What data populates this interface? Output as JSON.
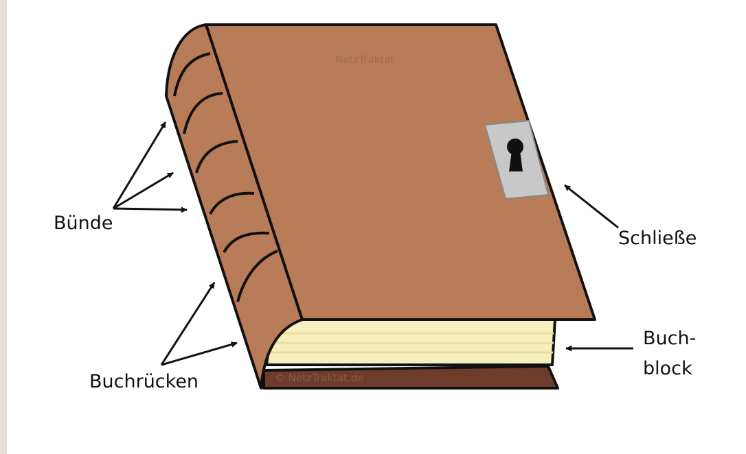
{
  "labels": {
    "buende": "Bünde",
    "buchruecken": "Buchrücken",
    "schliesse": "Schließe",
    "buchblock_line1": "Buch-",
    "buchblock_line2": "block"
  },
  "watermark": "© NetzTraktat.de",
  "colors": {
    "cover": "#b87c58",
    "spine": "#b87c58",
    "pages": "#f5eebd",
    "page_lines": "#e9dc9e",
    "bottom_board": "#6e3c2b",
    "clasp": "#c8c8c8",
    "outline": "#111111",
    "background": "#ffffff",
    "margin": "#e4ddd9"
  },
  "icons": [
    "keyhole-icon",
    "arrow-icon"
  ]
}
